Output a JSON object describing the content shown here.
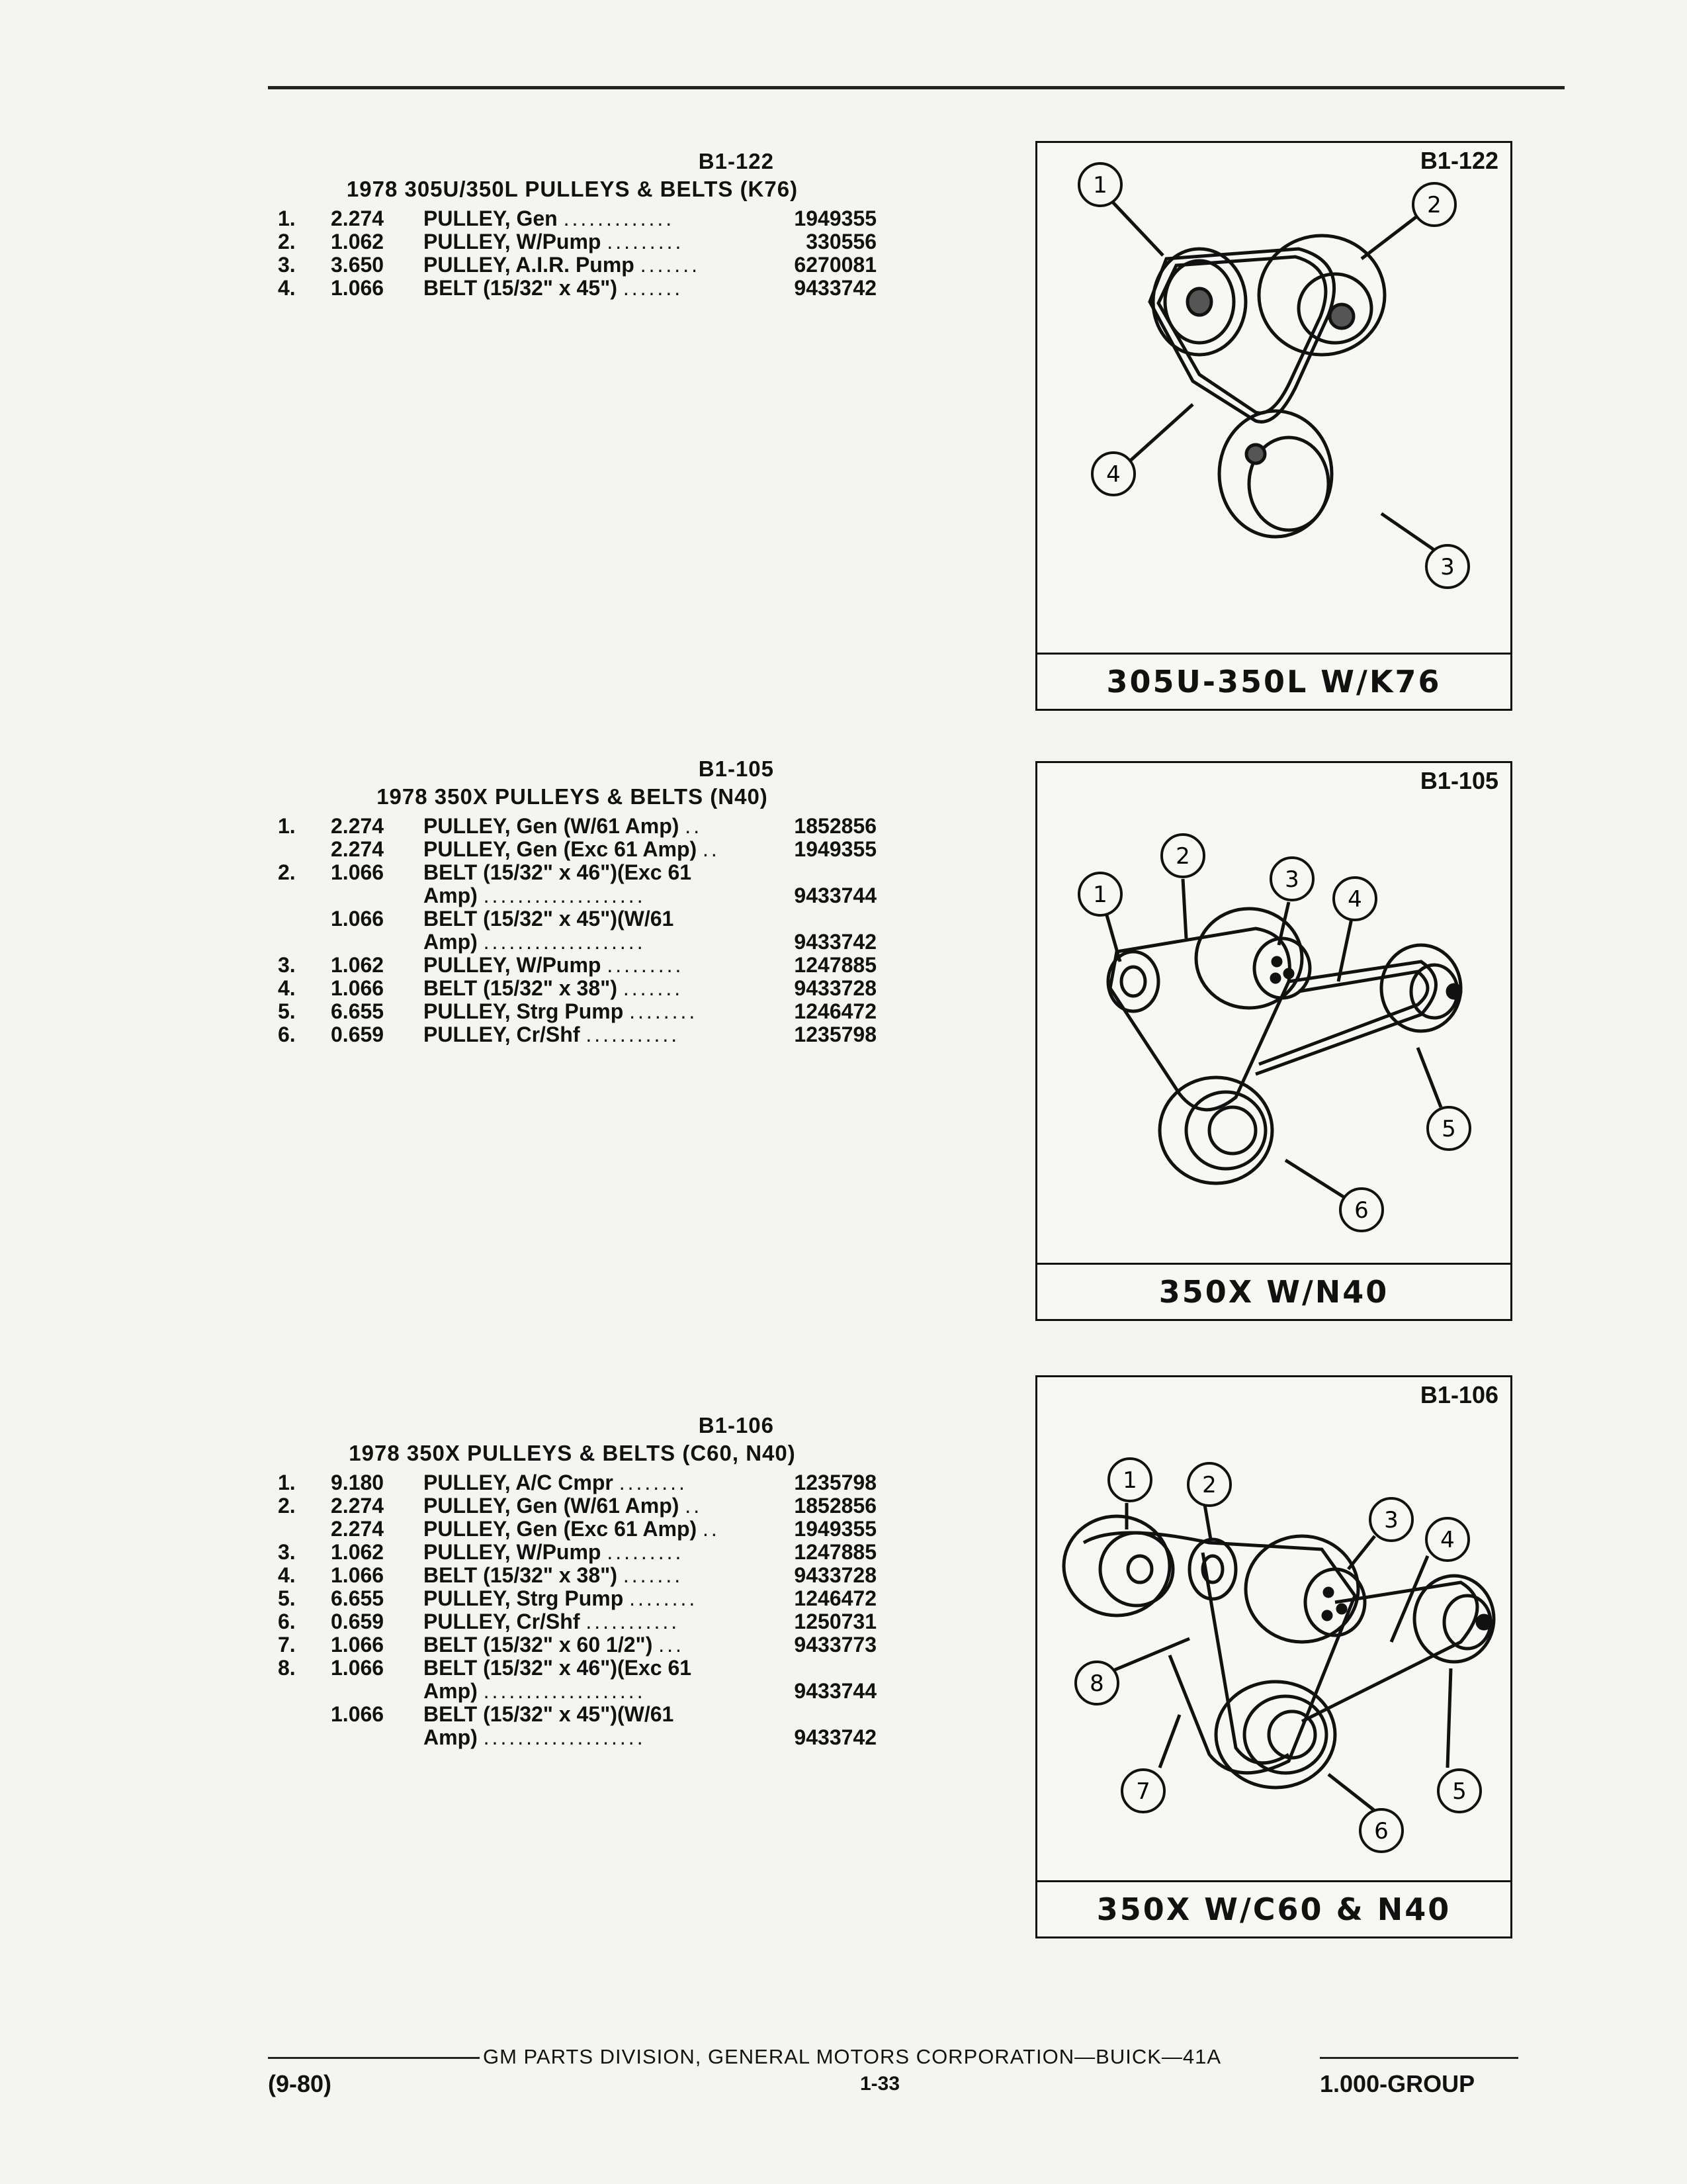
{
  "sections": [
    {
      "code": "B1-122",
      "title": "1978 305U/350L PULLEYS & BELTS (K76)",
      "rows": [
        {
          "item": "1.",
          "group": "2.274",
          "desc": "PULLEY, Gen",
          "leader": ".............",
          "part": "1949355"
        },
        {
          "item": "2.",
          "group": "1.062",
          "desc": "PULLEY, W/Pump",
          "leader": ".........",
          "part": "330556"
        },
        {
          "item": "3.",
          "group": "3.650",
          "desc": "PULLEY, A.I.R. Pump",
          "leader": ".......",
          "part": "6270081"
        },
        {
          "item": "4.",
          "group": "1.066",
          "desc": "BELT (15/32\" x 45\")",
          "leader": ".......",
          "part": "9433742"
        }
      ]
    },
    {
      "code": "B1-105",
      "title": "1978 350X PULLEYS & BELTS (N40)",
      "rows": [
        {
          "item": "1.",
          "group": "2.274",
          "desc": "PULLEY, Gen (W/61 Amp)",
          "leader": "..",
          "part": "1852856"
        },
        {
          "item": "",
          "group": "2.274",
          "desc": "PULLEY, Gen (Exc 61 Amp)",
          "leader": "..",
          "part": "1949355"
        },
        {
          "item": "2.",
          "group": "1.066",
          "desc": "BELT (15/32\" x 46\")(Exc 61",
          "leader": "",
          "part": ""
        },
        {
          "item": "",
          "group": "",
          "desc": "Amp)",
          "leader": "...................",
          "part": "9433744"
        },
        {
          "item": "",
          "group": "1.066",
          "desc": "BELT (15/32\" x 45\")(W/61",
          "leader": "",
          "part": ""
        },
        {
          "item": "",
          "group": "",
          "desc": "Amp)",
          "leader": "...................",
          "part": "9433742"
        },
        {
          "item": "3.",
          "group": "1.062",
          "desc": "PULLEY, W/Pump",
          "leader": ".........",
          "part": "1247885"
        },
        {
          "item": "4.",
          "group": "1.066",
          "desc": "BELT (15/32\" x 38\")",
          "leader": ".......",
          "part": "9433728"
        },
        {
          "item": "5.",
          "group": "6.655",
          "desc": "PULLEY, Strg Pump",
          "leader": "........",
          "part": "1246472"
        },
        {
          "item": "6.",
          "group": "0.659",
          "desc": "PULLEY, Cr/Shf",
          "leader": "...........",
          "part": "1235798"
        }
      ]
    },
    {
      "code": "B1-106",
      "title": "1978 350X PULLEYS & BELTS (C60, N40)",
      "rows": [
        {
          "item": "1.",
          "group": "9.180",
          "desc": "PULLEY, A/C Cmpr",
          "leader": "........",
          "part": "1235798"
        },
        {
          "item": "2.",
          "group": "2.274",
          "desc": "PULLEY, Gen (W/61 Amp)",
          "leader": "..",
          "part": "1852856"
        },
        {
          "item": "",
          "group": "2.274",
          "desc": "PULLEY, Gen (Exc 61 Amp)",
          "leader": "..",
          "part": "1949355"
        },
        {
          "item": "3.",
          "group": "1.062",
          "desc": "PULLEY, W/Pump",
          "leader": ".........",
          "part": "1247885"
        },
        {
          "item": "4.",
          "group": "1.066",
          "desc": "BELT (15/32\" x 38\")",
          "leader": ".......",
          "part": "9433728"
        },
        {
          "item": "5.",
          "group": "6.655",
          "desc": "PULLEY, Strg Pump",
          "leader": "........",
          "part": "1246472"
        },
        {
          "item": "6.",
          "group": "0.659",
          "desc": "PULLEY, Cr/Shf",
          "leader": "...........",
          "part": "1250731"
        },
        {
          "item": "7.",
          "group": "1.066",
          "desc": "BELT (15/32\" x 60 1/2\")",
          "leader": "...",
          "part": "9433773"
        },
        {
          "item": "8.",
          "group": "1.066",
          "desc": "BELT (15/32\" x 46\")(Exc 61",
          "leader": "",
          "part": ""
        },
        {
          "item": "",
          "group": "",
          "desc": "Amp)",
          "leader": "...................",
          "part": "9433744"
        },
        {
          "item": "",
          "group": "1.066",
          "desc": "BELT (15/32\" x 45\")(W/61",
          "leader": "",
          "part": ""
        },
        {
          "item": "",
          "group": "",
          "desc": "Amp)",
          "leader": "...................",
          "part": "9433742"
        }
      ]
    }
  ],
  "diagrams": [
    {
      "code": "B1-122",
      "caption": "305U-350L W/K76",
      "callouts": [
        "1",
        "2",
        "3",
        "4"
      ]
    },
    {
      "code": "B1-105",
      "caption": "350X W/N40",
      "callouts": [
        "1",
        "2",
        "3",
        "4",
        "5",
        "6"
      ]
    },
    {
      "code": "B1-106",
      "caption": "350X W/C60 & N40",
      "callouts": [
        "1",
        "2",
        "3",
        "4",
        "5",
        "6",
        "7",
        "8"
      ]
    }
  ],
  "footer": {
    "division": "GM PARTS DIVISION, GENERAL MOTORS CORPORATION—BUICK—41A",
    "date_code": "(9-80)",
    "page": "1-33",
    "group": "1.000-GROUP"
  }
}
